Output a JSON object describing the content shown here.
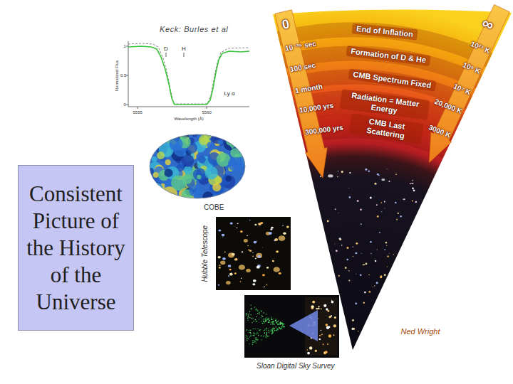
{
  "diagram": {
    "title": "Consistent Picture of the History of the Universe",
    "nodes": [
      {
        "text": [
          "End of Inflation"
        ]
      },
      {
        "text": [
          "Formation of D & He"
        ]
      },
      {
        "text": [
          "CMB Spectrum Fixed"
        ]
      },
      {
        "text": [
          "Radiation = Matter Energy"
        ]
      },
      {
        "text": [
          "CMB Last Scattering"
        ]
      }
    ],
    "labels": [
      "Keck: Burles et al",
      "Normalized Flux",
      "1",
      "0.5",
      "0",
      "5555",
      "5560",
      "Wavelength (Å)",
      "D",
      "H",
      "Ly α",
      "COBE",
      "Hubble Telescope",
      "Ned Wright",
      "Sloan Digital Sky Survey",
      "0",
      "10⁻³⁵ sec",
      "100 sec",
      "1 month",
      "10,000 yrs",
      "300,000 yrs",
      "∞",
      "10²⁷ K",
      "10⁹ K",
      "10⁷ K",
      "20,000 K",
      "3000 K"
    ]
  }
}
